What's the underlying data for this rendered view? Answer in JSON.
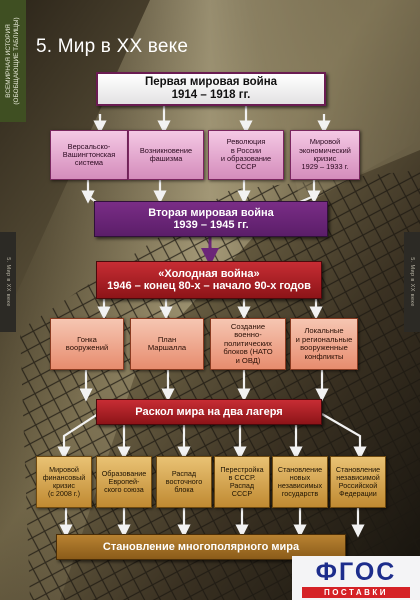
{
  "side_label": "Всемирная история (обобщающие таблицы)",
  "tab_left": "5. Мир в XX веке",
  "tab_right": "5. Мир в XX веке",
  "title": "5. Мир в XX веке",
  "nodes": {
    "ww1": "Первая мировая война\n1914 – 1918 гг.",
    "versailles": "Версальско-\nВашингтонская\nсистема",
    "fascism": "Возникновение\nфашизма",
    "revolution": "Революция\nв России\nи образование\nСССР",
    "crisis1929": "Мировой\nэкономический\nкризис\n1929 – 1933 г.",
    "ww2": "Вторая мировая война\n1939 – 1945 гг.",
    "coldwar": "«Холодная война»\n1946 – конец 80-х – начало 90-х годов",
    "armsrace": "Гонка\nвооружений",
    "marshall": "План\nМаршалла",
    "blocs": "Создание\nвоенно-\nполитических\nблоков (НАТО\nи ОВД)",
    "conflicts": "Локальные\nи региональные\nвооруженные\nконфликты",
    "split": "Раскол мира на два лагеря",
    "fincrisis": "Мировой\nфинансовый\nкризис\n(с 2008 г.)",
    "eu": "Образование\nЕвропей-\nского союза",
    "eastbloc": "Распад\nвосточного\nблока",
    "perestroika": "Перестройка\nв СССР.\nРаспад\nСССР",
    "newstates": "Становление\nновых\nнезависимых\nгосударств",
    "russia": "Становление\nнезависимой\nРоссийской\nФедерации",
    "multipolar": "Становление многополярного мира"
  },
  "logo": {
    "main": "ФГОС",
    "sub": "ПОСТАВКИ"
  },
  "colors": {
    "purple": "#6b2578",
    "red": "#b0232a",
    "pink": "#e7a7cf",
    "salmon": "#efa78c",
    "gold": "#d9a651",
    "arrow": "#f2f2f2"
  }
}
